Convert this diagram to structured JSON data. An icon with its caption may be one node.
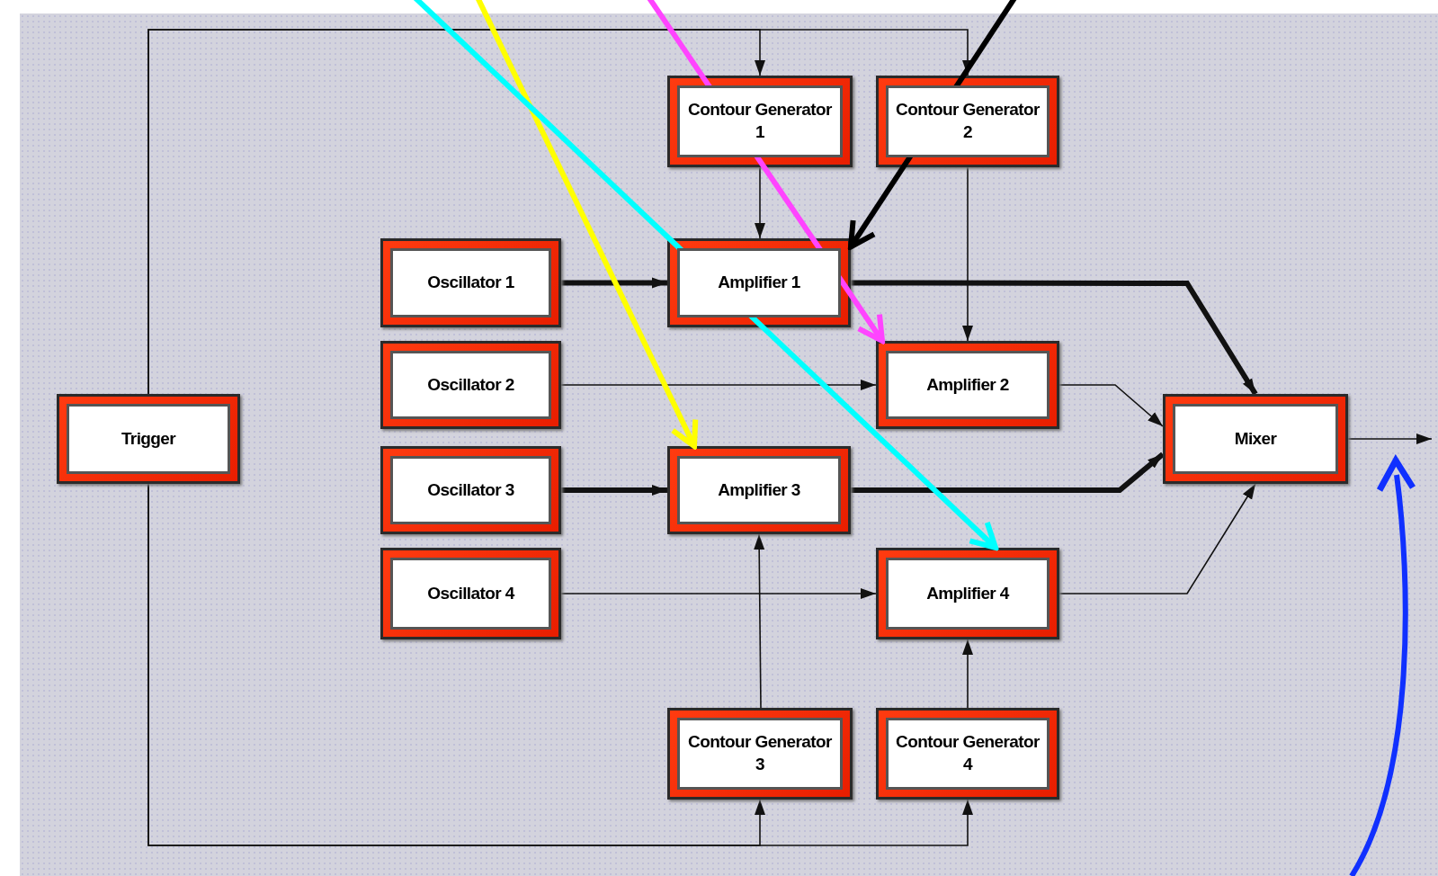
{
  "diagram": {
    "nodes": [
      {
        "text": [
          "Contour Generator 1"
        ]
      },
      {
        "text": [
          "Contour Generator 2"
        ]
      },
      {
        "text": [
          "Oscillator 1"
        ]
      },
      {
        "text": [
          "Amplifier 1"
        ]
      },
      {
        "text": [
          "Oscillator 2"
        ]
      },
      {
        "text": [
          "Amplifier 2"
        ]
      },
      {
        "text": [
          "Trigger"
        ]
      },
      {
        "text": [
          "Mixer"
        ]
      },
      {
        "text": [
          "Oscillator 3"
        ]
      },
      {
        "text": [
          "Amplifier 3"
        ]
      },
      {
        "text": [
          "Oscillator 4"
        ]
      },
      {
        "text": [
          "Amplifier 4"
        ]
      },
      {
        "text": [
          "Contour Generator 3"
        ]
      },
      {
        "text": [
          "Contour Generator 4"
        ]
      }
    ],
    "edges": [
      {
        "from": 6,
        "to": 0,
        "arrow": "to"
      },
      {
        "from": 6,
        "to": 1,
        "arrow": "to"
      },
      {
        "from": 6,
        "to": 12,
        "arrow": "to"
      },
      {
        "from": 6,
        "to": 13,
        "arrow": "to"
      },
      {
        "from": 0,
        "to": 3,
        "arrow": "to"
      },
      {
        "from": 1,
        "to": 5,
        "arrow": "to"
      },
      {
        "from": 12,
        "to": 9,
        "arrow": "to"
      },
      {
        "from": 13,
        "to": 11,
        "arrow": "to"
      },
      {
        "from": 2,
        "to": 3,
        "arrow": "to",
        "style": "thick"
      },
      {
        "from": 4,
        "to": 5,
        "arrow": "to"
      },
      {
        "from": 8,
        "to": 9,
        "arrow": "to",
        "style": "thick"
      },
      {
        "from": 10,
        "to": 11,
        "arrow": "to"
      },
      {
        "from": 3,
        "to": 7,
        "arrow": "to",
        "style": "thick"
      },
      {
        "from": 5,
        "to": 7,
        "arrow": "to"
      },
      {
        "from": 9,
        "to": 7,
        "arrow": "to",
        "style": "thick"
      },
      {
        "from": 11,
        "to": 7,
        "arrow": "to"
      },
      {
        "from": 7,
        "to": null,
        "arrow": "to"
      },
      {
        "from": null,
        "to": 9,
        "arrow": "to",
        "style": "thick",
        "color": "#ffff00"
      },
      {
        "from": null,
        "to": 5,
        "arrow": "to",
        "style": "thick",
        "color": "#ff44ff"
      },
      {
        "from": null,
        "to": 11,
        "arrow": "to",
        "style": "thick",
        "color": "#00ffff"
      },
      {
        "from": null,
        "to": 3,
        "arrow": "to",
        "style": "thick",
        "color": "#000000"
      }
    ]
  }
}
